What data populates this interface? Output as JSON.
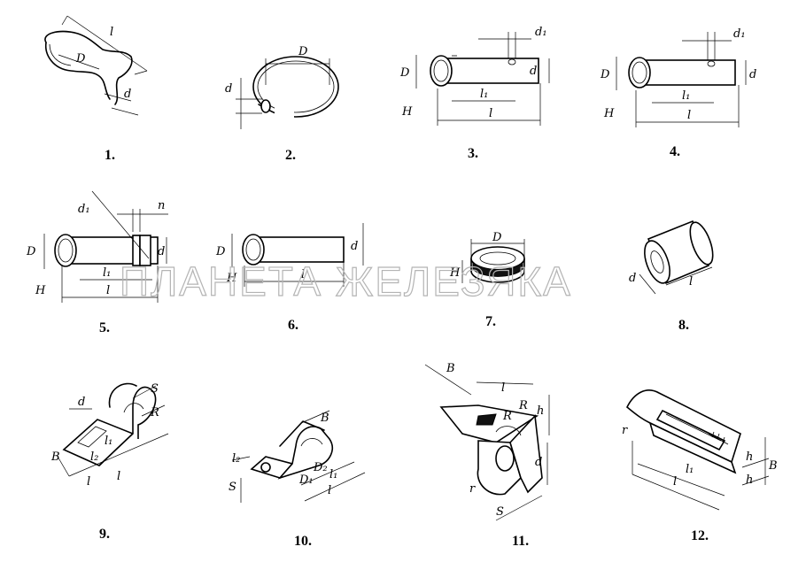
{
  "watermark": "ПЛАНЕТА ЖЕЛЕЗЯКА",
  "items": [
    {
      "number": "1.",
      "dims": [
        "l",
        "D",
        "d"
      ]
    },
    {
      "number": "2.",
      "dims": [
        "D",
        "d"
      ]
    },
    {
      "number": "3.",
      "dims": [
        "d₁",
        "D",
        "d",
        "l₁",
        "H",
        "l"
      ]
    },
    {
      "number": "4.",
      "dims": [
        "d₁",
        "D",
        "d",
        "l₁",
        "H",
        "l"
      ]
    },
    {
      "number": "5.",
      "dims": [
        "d₁",
        "n",
        "D",
        "d",
        "l₁",
        "H",
        "l"
      ]
    },
    {
      "number": "6.",
      "dims": [
        "D",
        "d",
        "H",
        "l"
      ]
    },
    {
      "number": "7.",
      "dims": [
        "D",
        "H"
      ]
    },
    {
      "number": "8.",
      "dims": [
        "d",
        "l"
      ]
    },
    {
      "number": "9.",
      "dims": [
        "d",
        "S",
        "R",
        "B",
        "l₂",
        "l₁",
        "l",
        "l"
      ]
    },
    {
      "number": "10.",
      "dims": [
        "B",
        "l₂",
        "D₂",
        "D₁",
        "S",
        "l₁",
        "l"
      ]
    },
    {
      "number": "11.",
      "dims": [
        "B",
        "l",
        "R",
        "R",
        "h",
        "d",
        "r",
        "S"
      ]
    },
    {
      "number": "12.",
      "dims": [
        "r",
        "l₁",
        "l",
        "h",
        "h",
        "B"
      ]
    }
  ]
}
